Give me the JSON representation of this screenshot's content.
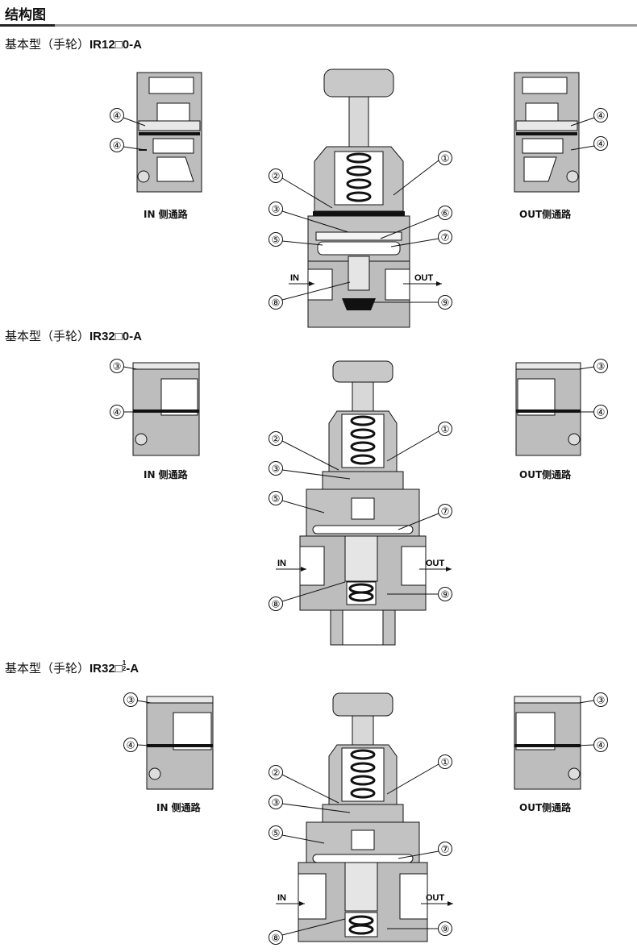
{
  "page": {
    "title": "结构图"
  },
  "sections": [
    {
      "title_prefix": "基本型（手轮）",
      "model": "IR12□0-A",
      "in_side_label": "IN 侧通路",
      "out_side_label": "OUT侧通路",
      "port_in": "IN",
      "port_out": "OUT",
      "callouts_main_left": [
        "②",
        "③",
        "⑤",
        "⑧"
      ],
      "callouts_main_right": [
        "①",
        "⑥",
        "⑦",
        "⑨"
      ],
      "callouts_in_detail": [
        "④",
        "④"
      ],
      "callouts_out_detail": [
        "④",
        "④"
      ]
    },
    {
      "title_prefix": "基本型（手轮）",
      "model": "IR32□0-A",
      "in_side_label": "IN 侧通路",
      "out_side_label": "OUT侧通路",
      "port_in": "IN",
      "port_out": "OUT",
      "callouts_main_left": [
        "②",
        "③",
        "⑤",
        "⑧"
      ],
      "callouts_main_right": [
        "①",
        "⑦",
        "⑨"
      ],
      "callouts_in_detail": [
        "③",
        "④"
      ],
      "callouts_out_detail": [
        "③",
        "④"
      ]
    },
    {
      "title_prefix": "基本型（手轮）",
      "model": "IR32□",
      "model_frac_num": "1",
      "model_frac_den": "2",
      "model_suffix": "-A",
      "in_side_label": "IN 侧通路",
      "out_side_label": "OUT侧通路",
      "port_in": "IN",
      "port_out": "OUT",
      "callouts_main_left": [
        "②",
        "③",
        "⑤",
        "⑧"
      ],
      "callouts_main_right": [
        "①",
        "⑦",
        "⑨"
      ],
      "callouts_in_detail": [
        "③",
        "④"
      ],
      "callouts_out_detail": [
        "③",
        "④"
      ]
    }
  ]
}
